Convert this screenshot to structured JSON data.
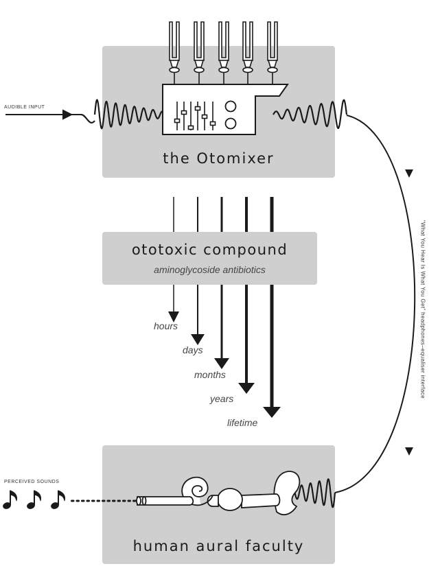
{
  "inputs": {
    "audible_input": "AUDIBLE INPUT",
    "perceived_sounds": "PERCEIVED SOUNDS"
  },
  "otomixer": {
    "title": "the Otomixer"
  },
  "compound": {
    "title": "ototoxic compound",
    "subtitle": "aminoglycoside antibiotics"
  },
  "durations": [
    "hours",
    "days",
    "months",
    "years",
    "lifetime"
  ],
  "aural": {
    "title": "human aural faculty"
  },
  "side_label": "“What You Hear Is What You Get” headphones–equaliser interface",
  "icons": [
    "tuning-fork-icon",
    "mixer-console-icon",
    "music-note-icon",
    "ear-anatomy-icon"
  ],
  "colors": {
    "box": "#cfcfcf",
    "ink": "#1a1a1a"
  }
}
